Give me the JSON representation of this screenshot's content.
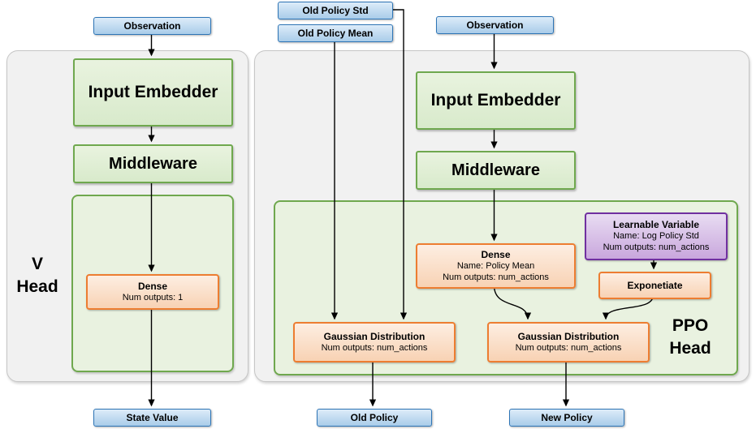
{
  "colors": {
    "blue_fill": "#BDD7EE",
    "blue_border": "#2E75B6",
    "green_fill": "#E2EFDA",
    "green_border": "#6FA84E",
    "orange_fill": "#FBE5D6",
    "orange_border": "#ED7D31",
    "purple_fill": "#D7C3E8",
    "purple_border": "#7030A0",
    "panel_fill": "#F1F1F1",
    "panel_border": "#C6C6C6",
    "arrow": "#000000"
  },
  "v_head": {
    "label_line1": "V",
    "label_line2": "Head",
    "observation": "Observation",
    "input_embedder": "Input Embedder",
    "middleware": "Middleware",
    "dense": {
      "title": "Dense",
      "outputs": "Num outputs: 1"
    },
    "state_value": "State Value"
  },
  "ppo_head": {
    "label_line1": "PPO",
    "label_line2": "Head",
    "old_policy_std": "Old Policy Std",
    "old_policy_mean": "Old Policy Mean",
    "observation": "Observation",
    "input_embedder": "Input Embedder",
    "middleware": "Middleware",
    "dense": {
      "title": "Dense",
      "name": "Name: Policy Mean",
      "outputs": "Num outputs: num_actions"
    },
    "learnable": {
      "title": "Learnable Variable",
      "name": "Name: Log Policy Std",
      "outputs": "Num outputs: num_actions"
    },
    "exponetiate": "Exponetiate",
    "gaussian_old": {
      "title": "Gaussian Distribution",
      "outputs": "Num outputs: num_actions"
    },
    "gaussian_new": {
      "title": "Gaussian Distribution",
      "outputs": "Num outputs: num_actions"
    },
    "old_policy": "Old Policy",
    "new_policy": "New Policy"
  }
}
